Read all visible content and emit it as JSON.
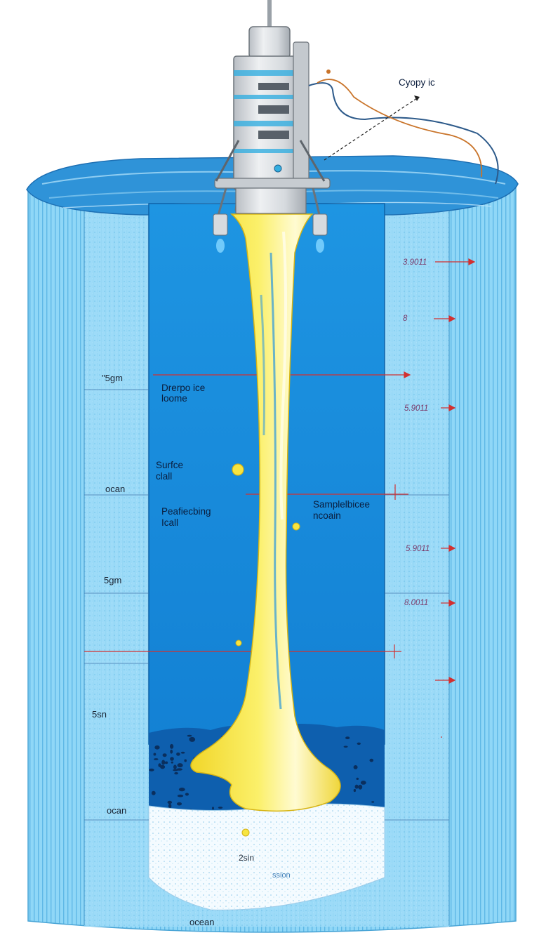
{
  "colors": {
    "ice_wall": "#7fd0f4",
    "ice_stripe": "#5cb8e4",
    "ocean": "#1a8fdf",
    "plume": "#f7ea48",
    "plume_highlight": "#fffbd0",
    "seafloor": "#0d5aa8",
    "sediment": "#f4fbff",
    "probe_body": "#d9dde2",
    "probe_accent": "#33aee0",
    "measure_red": "#d23030",
    "surface_ice": "#2f93d8"
  },
  "icons": {
    "probe": "cryobot-probe-icon",
    "cable": "tether-cable-icon"
  },
  "labels": {
    "callout_top": "Cyopy ic",
    "left_depth_1": "\"5gm",
    "left_depth_2": "ocan",
    "left_depth_3": "5gm",
    "left_depth_4": "5sn",
    "left_depth_5": "ocan",
    "bottom": "ocean",
    "inner_1_line1": "Drerpo ice",
    "inner_1_line2": "loome",
    "inner_2_line1": "Surfce",
    "inner_2_line2": "clall",
    "inner_3_line1": "Peafiecbing",
    "inner_3_line2": "Icall",
    "inner_right_line1": "Samplelbicee",
    "inner_right_line2": "ncoain",
    "ice_1": "2sin",
    "ice_2": "ssion",
    "right_1": "3.9011",
    "right_2": "8",
    "right_3": "5.9011",
    "right_4": "5.9011",
    "right_5": "8.0011"
  }
}
